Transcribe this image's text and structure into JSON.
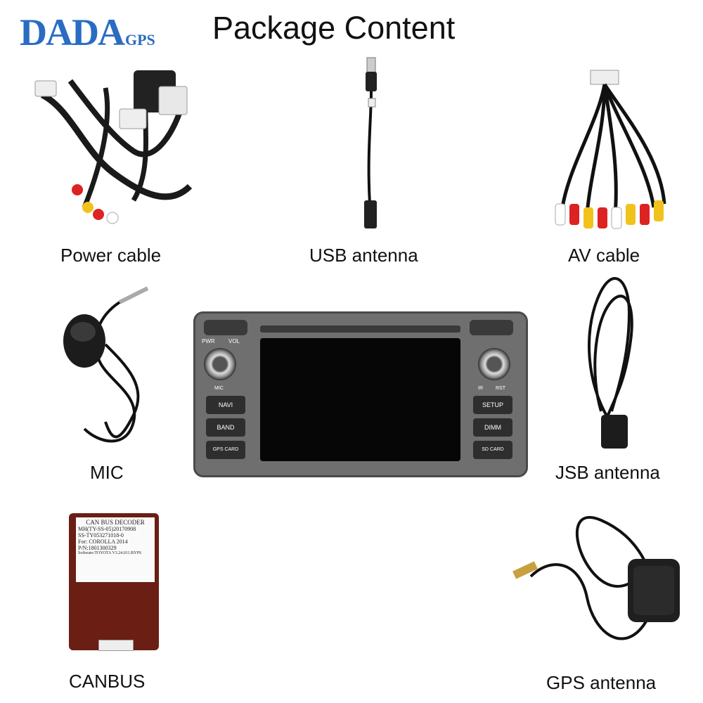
{
  "brand": {
    "logo_main": "DADA",
    "logo_sub": "GPS"
  },
  "header": {
    "title": "Package Content"
  },
  "items": [
    {
      "label": "Power cable"
    },
    {
      "label": "USB antenna"
    },
    {
      "label": "AV cable"
    },
    {
      "label": "MIC"
    },
    {
      "label": "JSB antenna"
    },
    {
      "label": "CANBUS"
    },
    {
      "label": "GPS antenna"
    }
  ],
  "head_unit": {
    "knob_left": "PWR",
    "vol": "VOL",
    "mic": "MIC",
    "ir": "IR",
    "rst": "RST",
    "left_buttons": [
      "NAVI",
      "BAND",
      "GPS CARD"
    ],
    "right_buttons": [
      "SETUP",
      "DIMM",
      "SD CARD"
    ]
  },
  "canbus_label": {
    "line1": "CAN BUS DECODER",
    "line2": "MH(TY-SS-05)20170908",
    "line3": "SS-TY053271018-0",
    "line4": "For: COROLLA 2014",
    "line5": "P/N:1801300329",
    "line6": "Software:TOYOTA V3.24.011.BYPS"
  }
}
